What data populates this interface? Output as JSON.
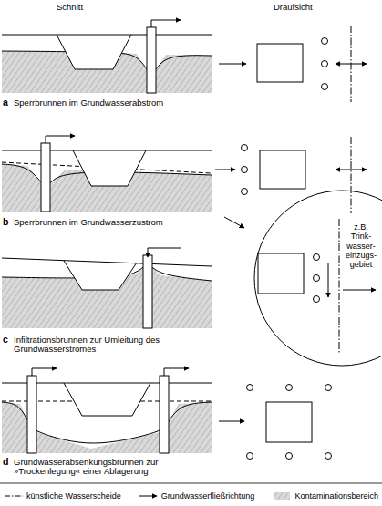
{
  "diagram": {
    "nodes": [
      {
        "text": [
          "z.B. Trink- wasser- einzugs- gebiet"
        ]
      }
    ],
    "labels": [
      "Schnitt",
      "Draufsicht",
      "a",
      "Sperrbrunnen im Grundwasserabstrom",
      "b",
      "Sperrbrunnen im Grundwasserzustrom",
      "c",
      "Infiltrationsbrunnen zur Umleitung des Grundwasserstromes",
      "d",
      "Grundwasserabsenkungsbrunnen zur »Trockenlegung« einer Ablagerung"
    ],
    "legend": [
      {
        "text": "künstliche Wasserscheide"
      },
      {
        "text": "Grundwasserfließrichtung"
      },
      {
        "text": "Kontaminationsbereich"
      }
    ]
  }
}
